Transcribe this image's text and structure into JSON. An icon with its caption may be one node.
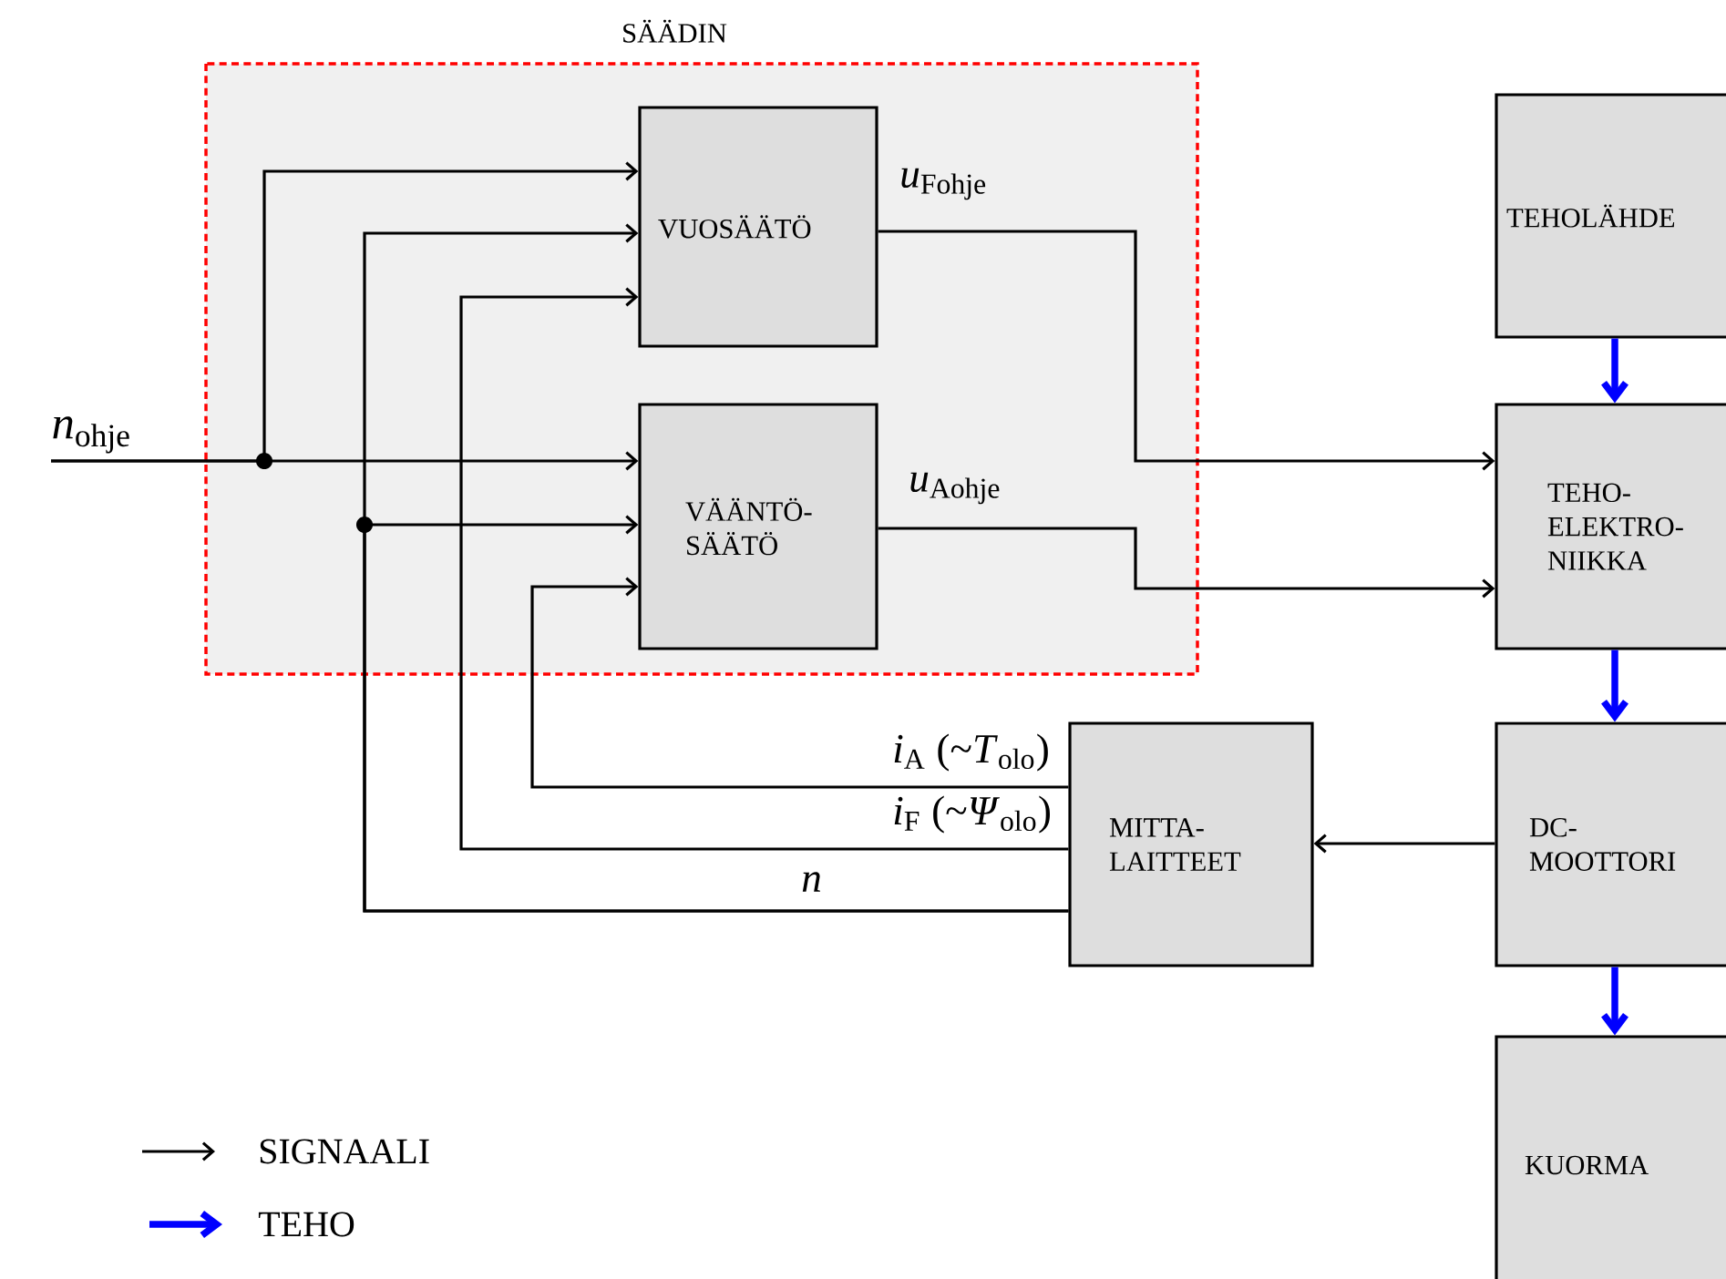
{
  "diagram": {
    "nodes": [
      {
        "text": [
          "SÄÄDIN"
        ]
      },
      {
        "text": [
          "VUOSÄÄTÖ"
        ],
        "in": 0
      },
      {
        "text": [
          "VÄÄNTÖ- SÄÄTÖ"
        ],
        "in": 0
      },
      {
        "text": [
          "TEHOLÄHDE"
        ]
      },
      {
        "text": [
          "TEHO- ELEKTRO- NIIKKA"
        ]
      },
      {
        "text": [
          "MITTA- LAITTEET"
        ]
      },
      {
        "text": [
          "DC- MOOTTORI"
        ]
      },
      {
        "text": [
          "KUORMA"
        ]
      },
      {
        "text": [
          "*n*$_{ohje}$"
        ]
      }
    ],
    "edges": [
      {
        "from": 8,
        "to": 2,
        "arrow": "to"
      },
      {
        "from": 8,
        "to": 1,
        "arrow": "to"
      },
      {
        "from": 1,
        "to": 4,
        "arrow": "to",
        "label": "*u*$_{Fohje}$"
      },
      {
        "from": 2,
        "to": 4,
        "arrow": "to",
        "label": "*u*$_{Aohje}$"
      },
      {
        "from": 5,
        "to": 2,
        "arrow": "to",
        "label": "*i*$_{A}$ (~*T*$_{olo}$)"
      },
      {
        "from": 5,
        "to": 1,
        "arrow": "to",
        "label": "*i*$_{F}$ (~*Ψ*$_{olo}$)"
      },
      {
        "from": 5,
        "to": 1,
        "arrow": "to",
        "label": "*n*"
      },
      {
        "from": 5,
        "to": 2,
        "arrow": "to"
      },
      {
        "from": 6,
        "to": 5,
        "arrow": "to"
      },
      {
        "from": 3,
        "to": 4,
        "arrow": "to",
        "style": "thick",
        "color": "#0000ff"
      },
      {
        "from": 4,
        "to": 6,
        "arrow": "to",
        "style": "thick",
        "color": "#0000ff"
      },
      {
        "from": 6,
        "to": 7,
        "arrow": "to",
        "style": "thick",
        "color": "#0000ff"
      }
    ],
    "legend": [
      {
        "text": "SIGNAALI"
      },
      {
        "text": "TEHO"
      }
    ]
  }
}
